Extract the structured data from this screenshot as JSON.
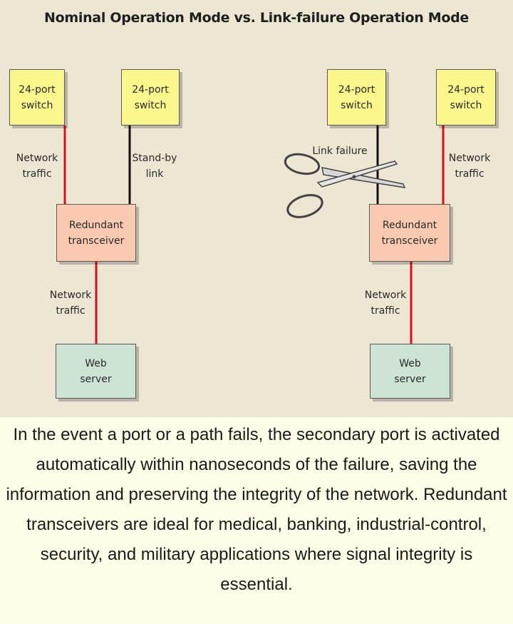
{
  "title": "Nominal Operation Mode vs. Link-failure Operation Mode",
  "left_panel": {
    "switch_a": {
      "line1": "24-port",
      "line2": "switch"
    },
    "switch_b": {
      "line1": "24-port",
      "line2": "switch"
    },
    "label_network_traffic_top": {
      "line1": "Network",
      "line2": "traffic"
    },
    "label_standby": {
      "line1": "Stand-by",
      "line2": "link"
    },
    "transceiver": {
      "line1": "Redundant",
      "line2": "transceiver"
    },
    "label_network_traffic_bottom": {
      "line1": "Network",
      "line2": "traffic"
    },
    "server": {
      "line1": "Web",
      "line2": "server"
    }
  },
  "right_panel": {
    "switch_a": {
      "line1": "24-port",
      "line2": "switch"
    },
    "switch_b": {
      "line1": "24-port",
      "line2": "switch"
    },
    "label_link_failure": "Link failure",
    "label_network_traffic_top": {
      "line1": "Network",
      "line2": "traffic"
    },
    "transceiver": {
      "line1": "Redundant",
      "line2": "transceiver"
    },
    "label_network_traffic_bottom": {
      "line1": "Network",
      "line2": "traffic"
    },
    "server": {
      "line1": "Web",
      "line2": "server"
    }
  },
  "caption": "In the event a port or a path fails, the secondary port is activated automatically within nanoseconds of the failure, saving the information and preserving the integrity of the network. Redundant transceivers are ideal for medical, banking, industrial-control, security, and military applications where signal integrity is essential.",
  "colors": {
    "traffic_line": "#d6101f",
    "standby_line": "#111111",
    "switch_fill": "#fbf78d",
    "transceiver_fill": "#f9c9b0",
    "server_fill": "#cde3d3",
    "figure_background": "#ece6d3",
    "caption_background": "#fdfde8"
  },
  "icons": {
    "scissors": "scissors-icon"
  }
}
